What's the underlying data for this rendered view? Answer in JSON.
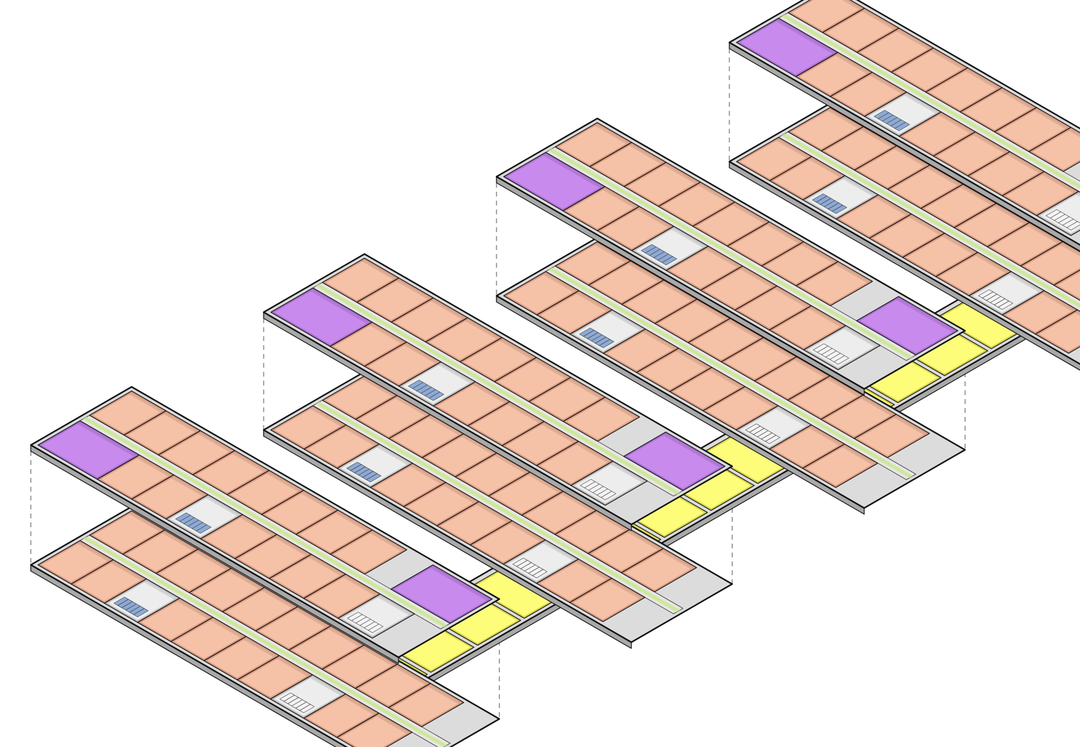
{
  "diagram": {
    "kind": "exploded isometric floor plan",
    "colors": {
      "room": "#F5C2A8",
      "room_wall": "#D89A80",
      "shared_space": "#C98AEE",
      "common_area": "#FDFD7A",
      "corridor": "#CFE79A",
      "stair": "#8DAAD6",
      "slab_top": "#DCDCDC",
      "slab_side": "#BEBEBE",
      "outline": "#111111",
      "projection_line": "#555555"
    },
    "wings": [
      {
        "id": "wing-1",
        "upper_floor": {
          "rooms": 14,
          "shared_spaces": 2
        },
        "lower_floor": {
          "rooms": 16
        }
      },
      {
        "id": "wing-2",
        "upper_floor": {
          "rooms": 16,
          "shared_spaces": 2
        },
        "lower_floor": {
          "rooms": 18
        }
      },
      {
        "id": "wing-3",
        "upper_floor": {
          "rooms": 16,
          "shared_spaces": 2
        },
        "lower_floor": {
          "rooms": 18
        }
      },
      {
        "id": "wing-4",
        "upper_floor": {
          "rooms": 16,
          "shared_spaces": 2
        },
        "lower_floor": {
          "rooms": 18
        }
      }
    ],
    "spine": {
      "common_rooms": 16
    }
  }
}
